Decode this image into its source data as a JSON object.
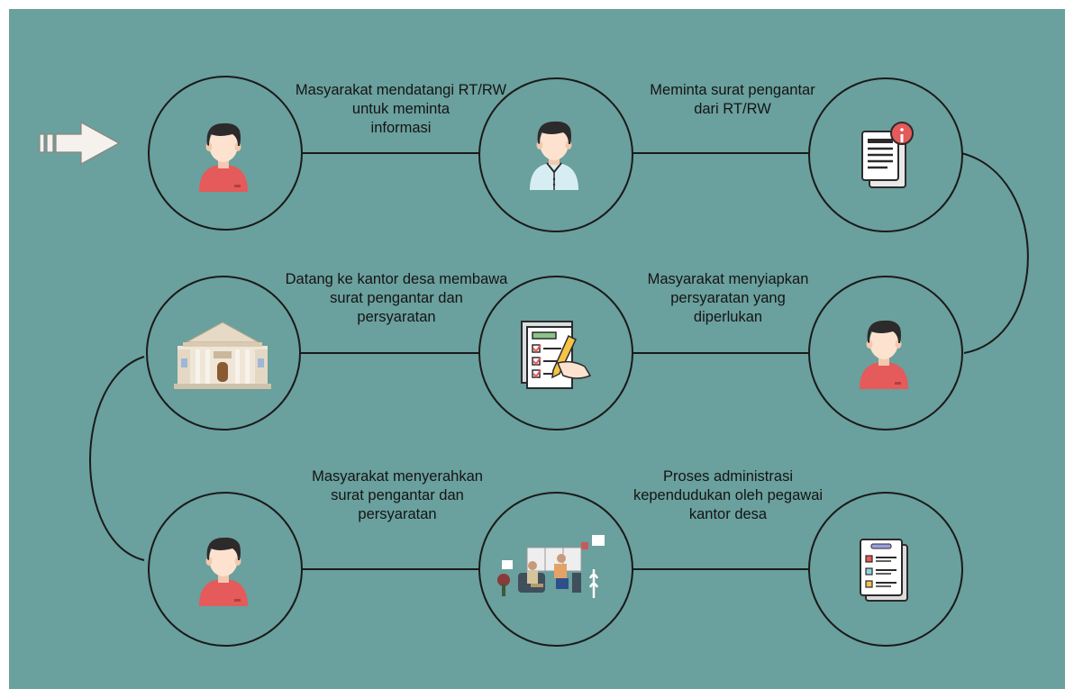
{
  "colors": {
    "background": "#6aa09d",
    "node_fill": "#6aa09d",
    "connector": "#1a1a1a",
    "person_shirt_red": "#e55a5a",
    "person_shirt_light": "#d6eef3",
    "skin": "#fde3cf",
    "hair": "#2d2a2b",
    "arrow": "#f5f2ee"
  },
  "steps": [
    {
      "caption": "Masyarakat mendatangi RT/RW\nuntuk meminta\ninformasi",
      "icon": "person-icon"
    },
    {
      "caption": "Meminta surat pengantar\ndari RT/RW",
      "icon": "person-collar-icon"
    },
    {
      "caption": "",
      "icon": "document-info-icon"
    },
    {
      "caption": "Masyarakat menyiapkan\npersyaratan yang\ndiperlukan",
      "icon": "person-icon"
    },
    {
      "caption": "Datang ke kantor desa membawa\nsurat pengantar dan\npersyaratan",
      "icon": "checklist-pen-icon"
    },
    {
      "caption": "",
      "icon": "building-icon"
    },
    {
      "caption": "Masyarakat menyerahkan\nsurat pengantar dan\npersyaratan",
      "icon": "person-icon"
    },
    {
      "caption": "Proses administrasi\nkependudukan oleh pegawai\nkantor desa",
      "icon": "office-meeting-icon"
    },
    {
      "caption": "",
      "icon": "document-list-icon"
    }
  ]
}
